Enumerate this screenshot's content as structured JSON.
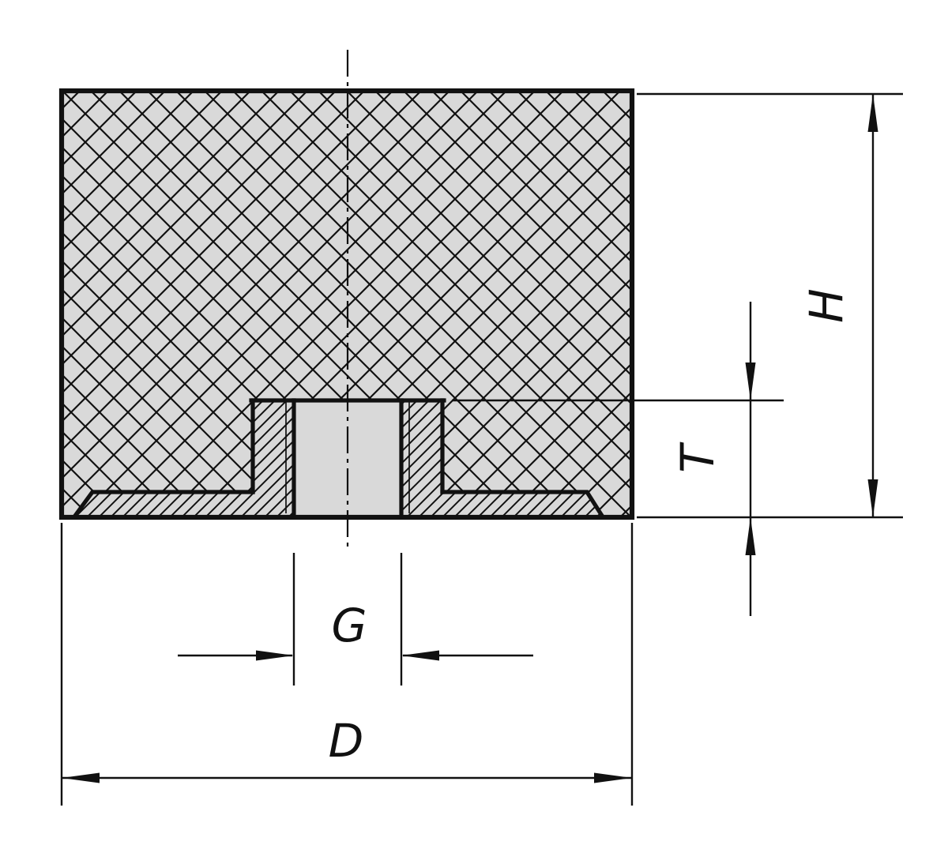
{
  "labels": {
    "diameter": "D",
    "height": "H",
    "thread_depth": "T",
    "thread_size": "G"
  },
  "colors": {
    "line": "#111111",
    "material_fill": "#d9d9d9",
    "background": "#ffffff"
  }
}
